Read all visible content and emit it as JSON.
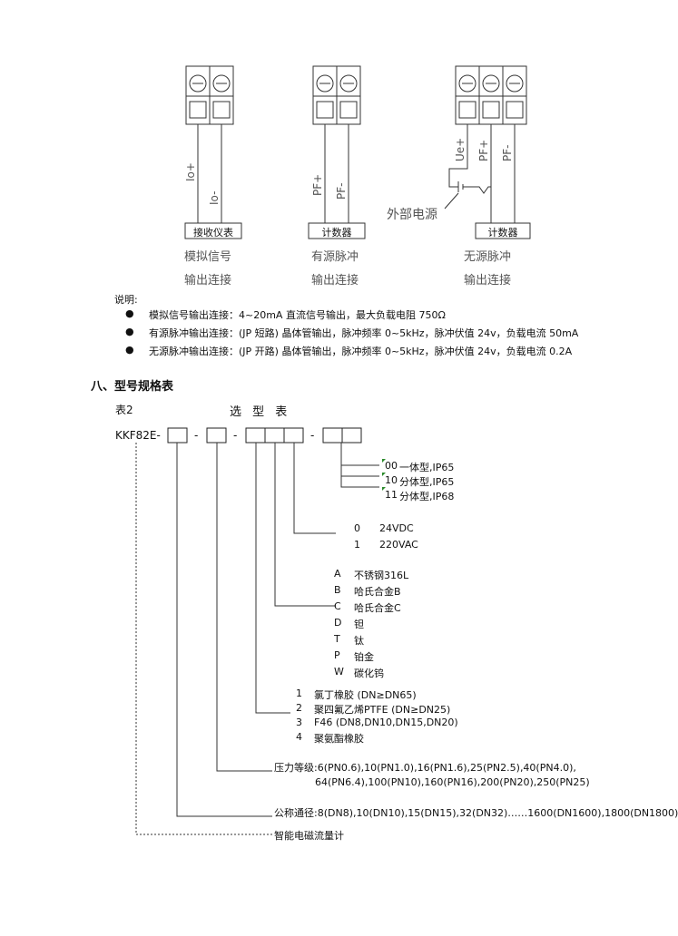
{
  "wiring": {
    "analog": {
      "term1": "Io+",
      "term2": "Io-",
      "device": "接收仪表",
      "caption1": "模拟信号",
      "caption2": "输出连接"
    },
    "active": {
      "term1": "PF+",
      "term2": "PF-",
      "device": "计数器",
      "caption1": "有源脉冲",
      "caption2": "输出连接"
    },
    "passive": {
      "term1": "Ue+",
      "term2": "PF+",
      "term3": "PF-",
      "device": "计数器",
      "caption1": "无源脉冲",
      "caption2": "输出连接",
      "ext_power": "外部电源"
    }
  },
  "notes": {
    "heading": "说明:",
    "items": [
      "模拟信号输出连接：4~20mA 直流信号输出，最大负载电阻 750Ω",
      "有源脉冲输出连接：(JP 短路) 晶体管输出，脉冲频率 0~5kHz，脉冲伏值 24v，负载电流 50mA",
      "无源脉冲输出连接：(JP 开路) 晶体管输出，脉冲频率 0~5kHz，脉冲伏值 24v，负载电流 0.2A"
    ]
  },
  "section": {
    "title": "八、型号规格表"
  },
  "table": {
    "label": "表2",
    "title": "选 型 表",
    "prefix": "KKF82E-",
    "dash": "-",
    "g1": [
      {
        "code": "00",
        "desc": "一体型,IP65"
      },
      {
        "code": "10",
        "desc": "分体型,IP65"
      },
      {
        "code": "11",
        "desc": "分体型,IP68"
      }
    ],
    "g2": [
      {
        "code": "0",
        "desc": "24VDC"
      },
      {
        "code": "1",
        "desc": "220VAC"
      }
    ],
    "g3": [
      {
        "code": "A",
        "desc": "不锈钢316L"
      },
      {
        "code": "B",
        "desc": "哈氏合金B"
      },
      {
        "code": "C",
        "desc": "哈氏合金C"
      },
      {
        "code": "D",
        "desc": "钽"
      },
      {
        "code": "T",
        "desc": "钛"
      },
      {
        "code": "P",
        "desc": "铂金"
      },
      {
        "code": "W",
        "desc": "碳化钨"
      }
    ],
    "g4": [
      {
        "code": "1",
        "desc": "氯丁橡胶  (DN≥DN65)"
      },
      {
        "code": "2",
        "desc": "聚四氟乙烯PTFE  (DN≥DN25)"
      },
      {
        "code": "3",
        "desc": "F46 (DN8,DN10,DN15,DN20)"
      },
      {
        "code": "4",
        "desc": "聚氨酯橡胶"
      }
    ],
    "pressure1": "压力等级:6(PN0.6),10(PN1.0),16(PN1.6),25(PN2.5),40(PN4.0),",
    "pressure2": "64(PN6.4),100(PN10),160(PN16),200(PN20),250(PN25)",
    "diameter": "公称通径:8(DN8),10(DN10),15(DN15),32(DN32)……1600(DN1600),1800(DN1800)",
    "product": "智能电磁流量计"
  }
}
